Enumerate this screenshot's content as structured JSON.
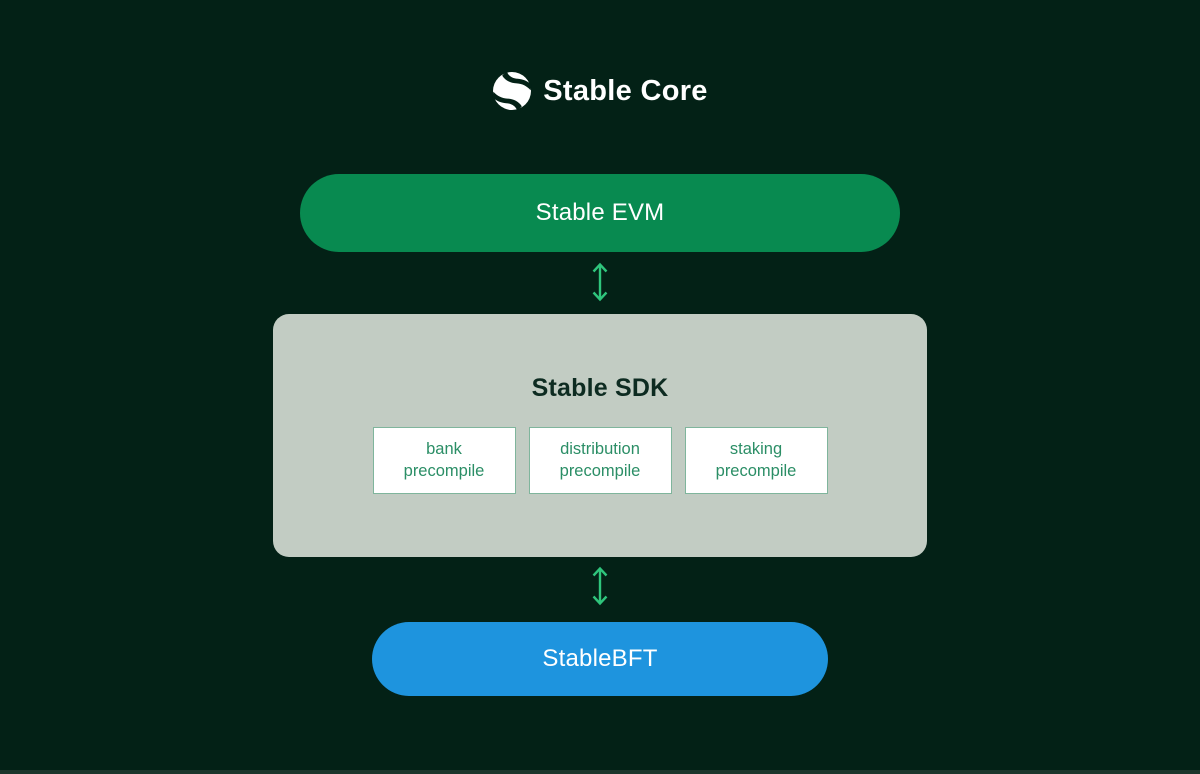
{
  "colors": {
    "bg": "#032116",
    "logo-white": "#ffffff",
    "evm-green": "#088a50",
    "arrow-green": "#2fc57c",
    "sdk-bg": "#c2ccc3",
    "sdk-text": "#0d2b21",
    "precompile-text": "#2b8e66",
    "precompile-border": "#7fb59c",
    "precompile-bg": "#ffffff",
    "bft-blue": "#1e94de",
    "pill-text": "#ffffff",
    "bottom-strip": "#1c362c"
  },
  "header": {
    "title": "Stable Core",
    "logo_icon": "stable-logo"
  },
  "diagram": {
    "evm": {
      "label": "Stable EVM"
    },
    "arrow_evm_sdk": "bidirectional-vertical-arrow",
    "sdk": {
      "title": "Stable SDK",
      "precompiles": [
        {
          "line1": "bank",
          "line2": "precompile"
        },
        {
          "line1": "distribution",
          "line2": "precompile"
        },
        {
          "line1": "staking",
          "line2": "precompile"
        }
      ]
    },
    "arrow_sdk_bft": "bidirectional-vertical-arrow",
    "bft": {
      "label": "StableBFT"
    }
  }
}
